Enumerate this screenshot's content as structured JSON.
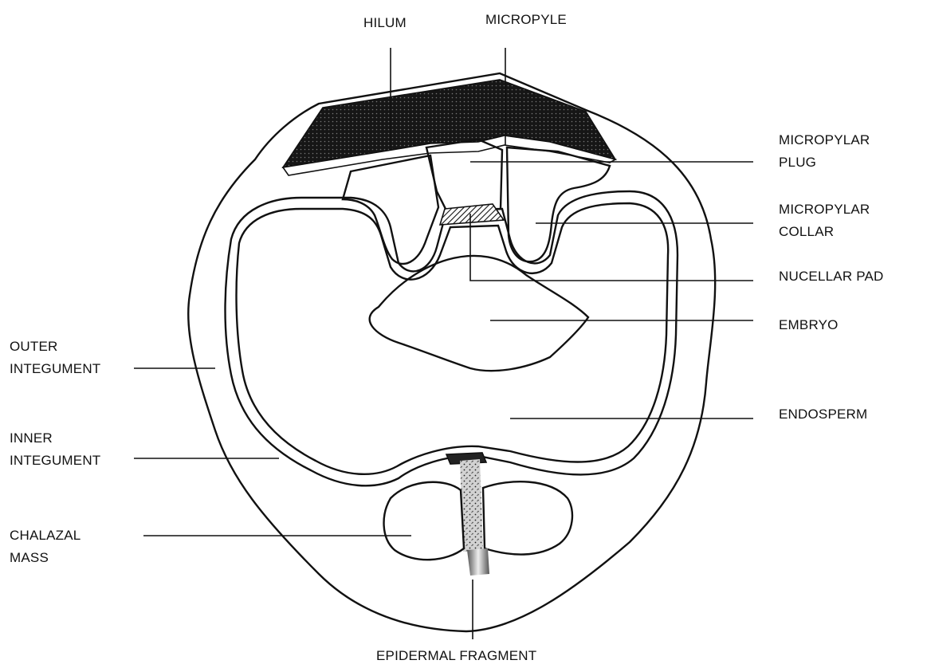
{
  "labels": {
    "hilum": "HILUM",
    "micropyle": "MICROPYLE",
    "micropylar_plug": [
      "MICROPYLAR",
      "PLUG"
    ],
    "micropylar_collar": [
      "MICROPYLAR",
      "COLLAR"
    ],
    "nucellar_pad": "NUCELLAR PAD",
    "embryo": "EMBRYO",
    "endosperm": "ENDOSPERM",
    "outer_integument": [
      "OUTER",
      "INTEGUMENT"
    ],
    "inner_integument": [
      "INNER",
      "INTEGUMENT"
    ],
    "chalazal_mass": [
      "CHALAZAL",
      "MASS"
    ],
    "epidermal_fragment": "EPIDERMAL FRAGMENT"
  },
  "colors": {
    "ink": "#111111",
    "stipple_fill": "#c9c9c9",
    "hilum_fill": "#1a1a1a",
    "background": "#ffffff"
  }
}
